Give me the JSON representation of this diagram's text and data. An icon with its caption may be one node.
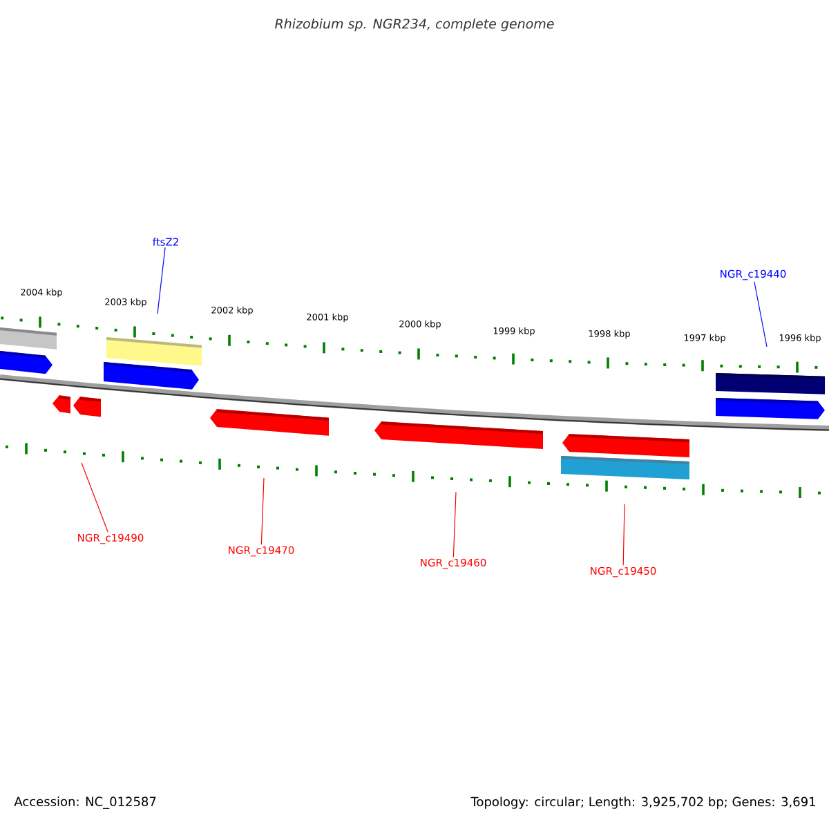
{
  "diagram": {
    "title": "*Rhizobium* *sp.* *NGR234, complete genome*",
    "nodes": [
      {
        "text": [
          "ftsZ2"
        ]
      },
      {
        "text": [
          "NGR_c19440"
        ]
      },
      {
        "text": [
          "NGR_c19490"
        ]
      },
      {
        "text": [
          "NGR_c19470"
        ]
      },
      {
        "text": [
          "NGR_c19460"
        ]
      },
      {
        "text": [
          "NGR_c19450"
        ]
      }
    ],
    "edges": [
      {
        "from": 0,
        "to": null,
        "arrow": "none",
        "color": "#0000ff"
      },
      {
        "from": 1,
        "to": null,
        "arrow": "none",
        "color": "#0000ff"
      },
      {
        "from": 2,
        "to": null,
        "arrow": "none"
      },
      {
        "from": 3,
        "to": null,
        "arrow": "none"
      },
      {
        "from": 4,
        "to": null,
        "arrow": "none"
      },
      {
        "from": 5,
        "to": null,
        "arrow": "none"
      }
    ],
    "labels": [
      "2004 kbp",
      "2003 kbp",
      "2002 kbp",
      "2001 kbp",
      "2000 kbp",
      "1999 kbp",
      "1998 kbp",
      "1997 kbp",
      "1996 kbp",
      "Accession: NC_012587",
      "Topology: circular; Length: 3,925,702 bp; Genes: 3,691"
    ]
  }
}
